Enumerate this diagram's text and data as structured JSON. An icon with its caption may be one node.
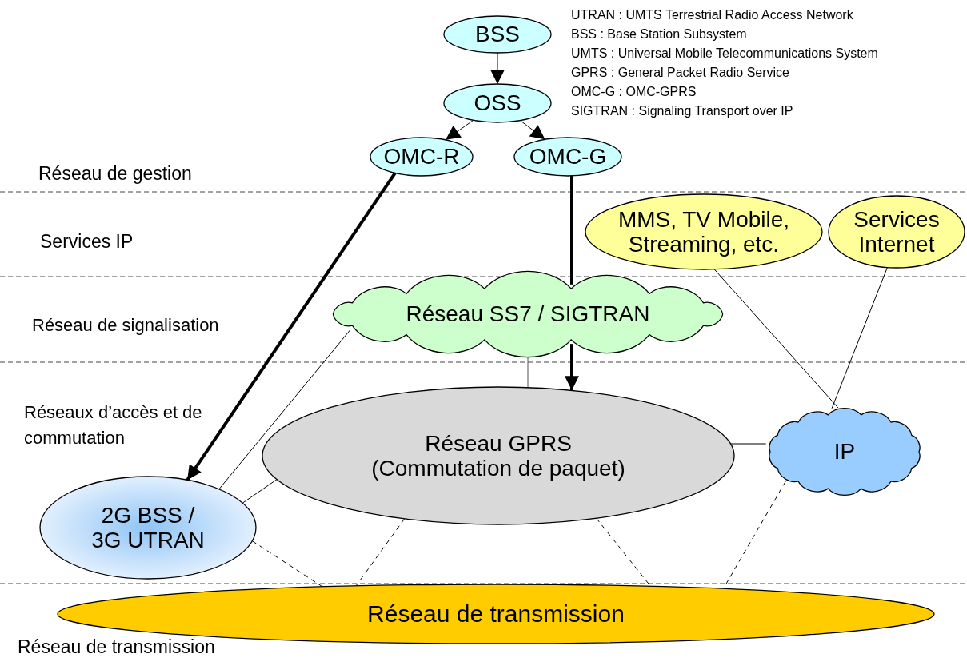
{
  "diagram": {
    "nodes": [
      {
        "text": [
          "BSS"
        ]
      },
      {
        "text": [
          "OSS"
        ]
      },
      {
        "text": [
          "OMC-R"
        ]
      },
      {
        "text": [
          "OMC-G"
        ]
      },
      {
        "text": [
          "MMS, TV Mobile, Streaming, etc."
        ]
      },
      {
        "text": [
          "Services Internet"
        ]
      },
      {
        "text": [
          "Réseau SS7 / SIGTRAN"
        ]
      },
      {
        "text": [
          "Réseau GPRS (Commutation de paquet)"
        ]
      },
      {
        "text": [
          "IP"
        ]
      },
      {
        "text": [
          "2G BSS / 3G UTRAN"
        ]
      },
      {
        "text": [
          "Réseau de transmission"
        ]
      }
    ],
    "edges": [
      {
        "from": 0,
        "to": 1,
        "arrow": "to"
      },
      {
        "from": 1,
        "to": 2,
        "arrow": "to"
      },
      {
        "from": 1,
        "to": 3,
        "arrow": "to"
      },
      {
        "from": 2,
        "to": 9,
        "arrow": "to",
        "style": "thick"
      },
      {
        "from": 3,
        "to": 6,
        "arrow": "none",
        "style": "thick"
      },
      {
        "from": 6,
        "to": 7,
        "arrow": "to",
        "style": "thick"
      },
      {
        "from": 6,
        "to": 7,
        "arrow": "none",
        "color": "#555555"
      },
      {
        "from": 6,
        "to": 9,
        "arrow": "none"
      },
      {
        "from": 7,
        "to": 9,
        "arrow": "none"
      },
      {
        "from": 7,
        "to": 8,
        "arrow": "none"
      },
      {
        "from": 4,
        "to": 8,
        "arrow": "none"
      },
      {
        "from": 5,
        "to": 8,
        "arrow": "none"
      },
      {
        "from": 9,
        "to": 10,
        "arrow": "none",
        "style": "dashed"
      },
      {
        "from": 7,
        "to": 10,
        "arrow": "none",
        "style": "dashed"
      },
      {
        "from": 7,
        "to": 10,
        "arrow": "none",
        "style": "dashed"
      },
      {
        "from": 8,
        "to": 10,
        "arrow": "none",
        "style": "dashed"
      }
    ],
    "labels": [
      "UTRAN : UMTS Terrestrial Radio Access Network",
      "BSS : Base Station Subsystem",
      "UMTS : Universal Mobile Telecommunications System",
      "GPRS : General Packet Radio Service",
      "OMC-G : OMC-GPRS",
      "SIGTRAN : Signaling Transport over IP",
      "Réseau de gestion",
      "Services IP",
      "Réseau de signalisation",
      "Réseaux d’accès et de commutation",
      "Réseau de transmission"
    ]
  }
}
